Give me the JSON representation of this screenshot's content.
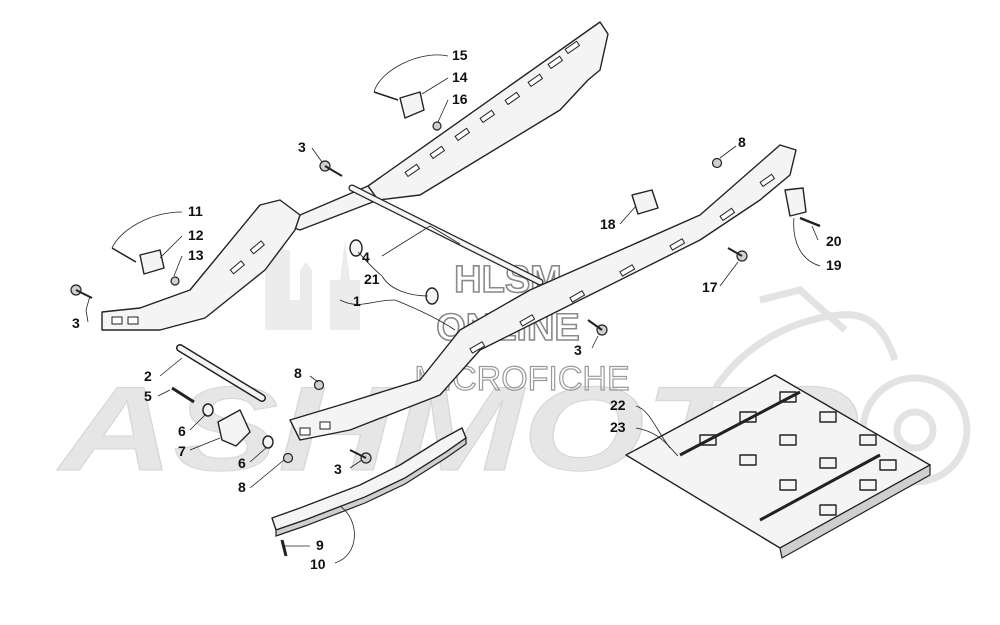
{
  "watermark": {
    "line1": "HLSM",
    "line2": "ONLINE",
    "line3": "MICROFICHE",
    "logo": "ASHMOTO"
  },
  "callouts": [
    {
      "id": "c1",
      "label": "1"
    },
    {
      "id": "c2",
      "label": "2"
    },
    {
      "id": "c3a",
      "label": "3"
    },
    {
      "id": "c3b",
      "label": "3"
    },
    {
      "id": "c3c",
      "label": "3"
    },
    {
      "id": "c3d",
      "label": "3"
    },
    {
      "id": "c4",
      "label": "4"
    },
    {
      "id": "c5",
      "label": "5"
    },
    {
      "id": "c6a",
      "label": "6"
    },
    {
      "id": "c6b",
      "label": "6"
    },
    {
      "id": "c7",
      "label": "7"
    },
    {
      "id": "c8a",
      "label": "8"
    },
    {
      "id": "c8b",
      "label": "8"
    },
    {
      "id": "c8c",
      "label": "8"
    },
    {
      "id": "c9",
      "label": "9"
    },
    {
      "id": "c10",
      "label": "10"
    },
    {
      "id": "c11",
      "label": "11"
    },
    {
      "id": "c12",
      "label": "12"
    },
    {
      "id": "c13",
      "label": "13"
    },
    {
      "id": "c14",
      "label": "14"
    },
    {
      "id": "c15",
      "label": "15"
    },
    {
      "id": "c16",
      "label": "16"
    },
    {
      "id": "c17",
      "label": "17"
    },
    {
      "id": "c18",
      "label": "18"
    },
    {
      "id": "c19",
      "label": "19"
    },
    {
      "id": "c20",
      "label": "20"
    },
    {
      "id": "c21",
      "label": "21"
    },
    {
      "id": "c22",
      "label": "22"
    },
    {
      "id": "c23",
      "label": "23"
    }
  ]
}
